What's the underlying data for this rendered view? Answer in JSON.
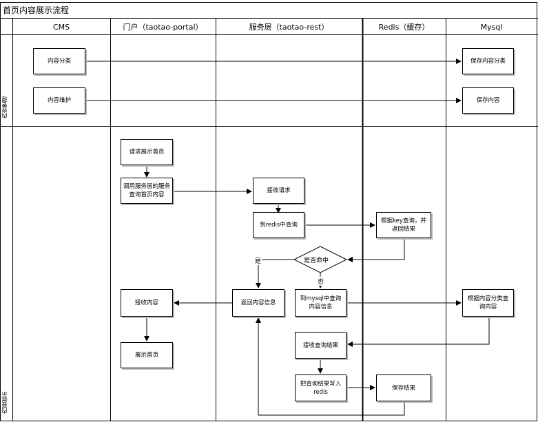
{
  "title": "首页内容展示流程",
  "lanes": [
    "CMS",
    "门户（taotao-portal）",
    "服务层（taotao-rest）",
    "Redis（缓存）",
    "Mysql"
  ],
  "bands": [
    "内容管理",
    "内容展示"
  ],
  "nodes": {
    "content_category": "内容分类",
    "content_maintain": "内容维护",
    "save_category": "保存内容分类",
    "save_content": "保存内容",
    "request_home": "请求展示首页",
    "call_service": "调用服务层的服务查询首页内容",
    "receive_request": "接收请求",
    "query_redis": "到redis中查询",
    "query_by_key": "根据key查询，并返回结果",
    "is_hit": "是否命中",
    "query_mysql": "到mysql中查询内容信息",
    "return_content": "返回内容信息",
    "receive_content": "接收内容",
    "show_home": "展示首页",
    "query_by_category": "根据内容分类查询内容",
    "receive_result": "接收查询结果",
    "write_redis": "把查询结果写入redis",
    "save_result": "保存结果"
  },
  "edge_labels": {
    "yes": "是",
    "no": "否"
  }
}
